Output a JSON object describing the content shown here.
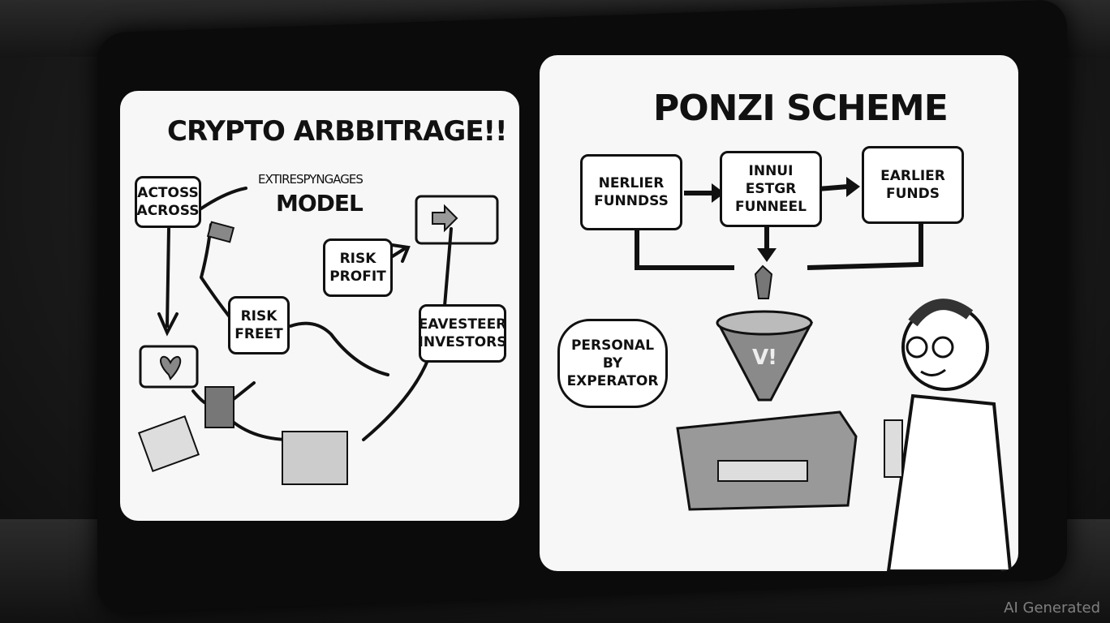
{
  "left_panel": {
    "title": "CRYPTO ARBBITRAGE!!",
    "subtitle_line1": "EXTIRESPYNGAGES",
    "subtitle_line2": "MODEL",
    "boxes": [
      {
        "line1": "ACTOSS",
        "line2": "ACROSS"
      },
      {
        "line1": "RISK",
        "line2": "PROFIT"
      },
      {
        "line1": "RISK",
        "line2": "FREET"
      },
      {
        "line1": "EAVESTEER",
        "line2": "INVESTORS"
      }
    ]
  },
  "right_panel": {
    "title": "PONZI SCHEME",
    "boxes": [
      {
        "line1": "NERLIER",
        "line2": "FUNNDSS"
      },
      {
        "line1": "INNUI ESTGR",
        "line2": "FUNNEEL"
      },
      {
        "line1": "EARLIER",
        "line2": "FUNDS"
      }
    ],
    "speech_bubble": {
      "line1": "PERSONAL",
      "line2": "BY",
      "line3": "EXPERATOR"
    },
    "funnel_mark": "V!"
  },
  "watermark": "AI Generated"
}
